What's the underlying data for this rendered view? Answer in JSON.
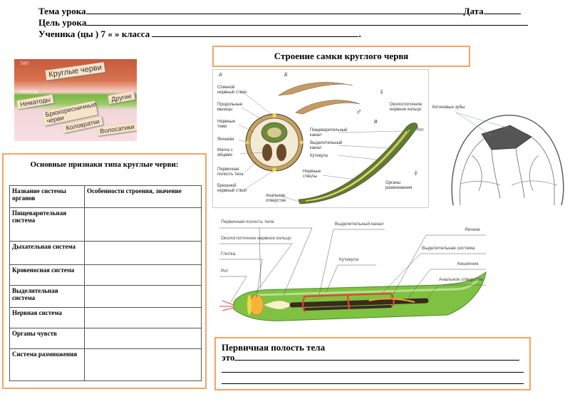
{
  "header": {
    "topic_label": "Тема урока",
    "date_label": "Дата",
    "goal_label": "Цель урока",
    "student_label": "Ученика (цы ) 7 «  » класса",
    "student_end": "."
  },
  "cover": {
    "type_label": "ТИП",
    "type_name": "Круглые черви",
    "classes_label": "КЛАССЫ",
    "classes": [
      "Нематоды",
      "Брюхоресничные черви",
      "Другие",
      "Коловратки",
      "Волосатики"
    ]
  },
  "female_structure": {
    "title": "Строение самки круглого червя",
    "panel_a": "А",
    "panel_b": "Б",
    "panel_c": "В",
    "cross_labels": [
      "Спинной нервный ствол",
      "Продольные мышцы",
      "Нервные тяжи",
      "Яичники",
      "Матка с яйцами",
      "Первичная полость тела",
      "Брюшной нервный ствол"
    ],
    "body_labels": [
      "Окологлоточное нервное кольцо",
      "Пищеварительный канал",
      "Выделительный канал",
      "Кутикула",
      "Нервные стволы",
      "Анальное отверстие",
      "Рот",
      "Органы размножения"
    ],
    "female_symbol": "♀",
    "male_symbol": "♂"
  },
  "head_drawing": {
    "label": "Хитиновые зубы"
  },
  "features_box": {
    "title": "Основные признаки типа круглые черви:",
    "col1": "Название системы органов",
    "col2": "Особенности строения, значение",
    "rows": [
      "Пищеварительная система",
      "Дыхательная система",
      "Кровеносная система",
      "Выделительная система",
      "Нервная система",
      "Органы чувств",
      "Система размножения"
    ]
  },
  "long_section": {
    "labels": [
      "Первичная полость тела",
      "Окологлоточное нервное кольцо",
      "Глотка",
      "Рот",
      "Выделительный канал",
      "Кутикула",
      "Яичник",
      "Выделительная система",
      "Кишечник",
      "Анальное отверстие"
    ]
  },
  "cavity_box": {
    "line1": "Первичная полость тела",
    "line2": "это"
  }
}
